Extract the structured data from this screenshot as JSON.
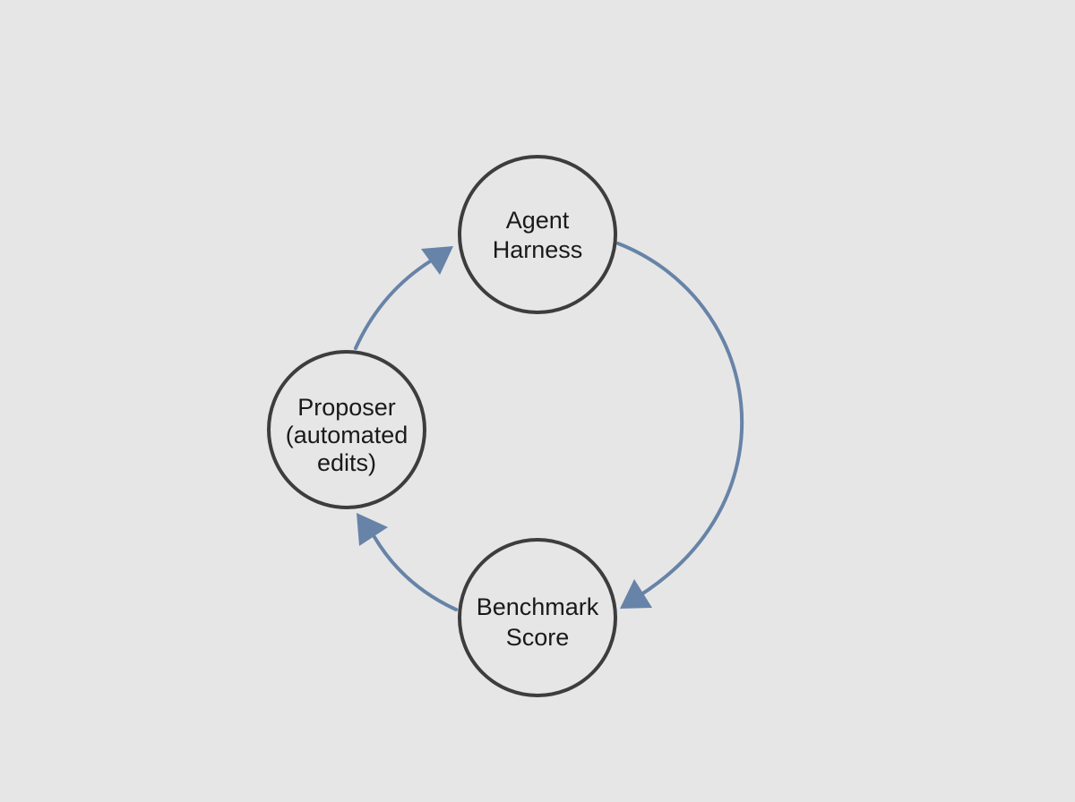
{
  "colors": {
    "background": "#e6e6e6",
    "node_stroke": "#3d3d3d",
    "text": "#1a1a1a",
    "arrow": "#6783a7"
  },
  "nodes": {
    "agent_harness": {
      "line1": "Agent",
      "line2": "Harness"
    },
    "proposer": {
      "line1": "Proposer",
      "line2": "(automated",
      "line3": "edits)"
    },
    "benchmark_score": {
      "line1": "Benchmark",
      "line2": "Score"
    }
  },
  "edges": [
    {
      "from": "Agent Harness",
      "to": "Benchmark Score"
    },
    {
      "from": "Benchmark Score",
      "to": "Proposer (automated edits)"
    },
    {
      "from": "Proposer (automated edits)",
      "to": "Agent Harness"
    }
  ]
}
